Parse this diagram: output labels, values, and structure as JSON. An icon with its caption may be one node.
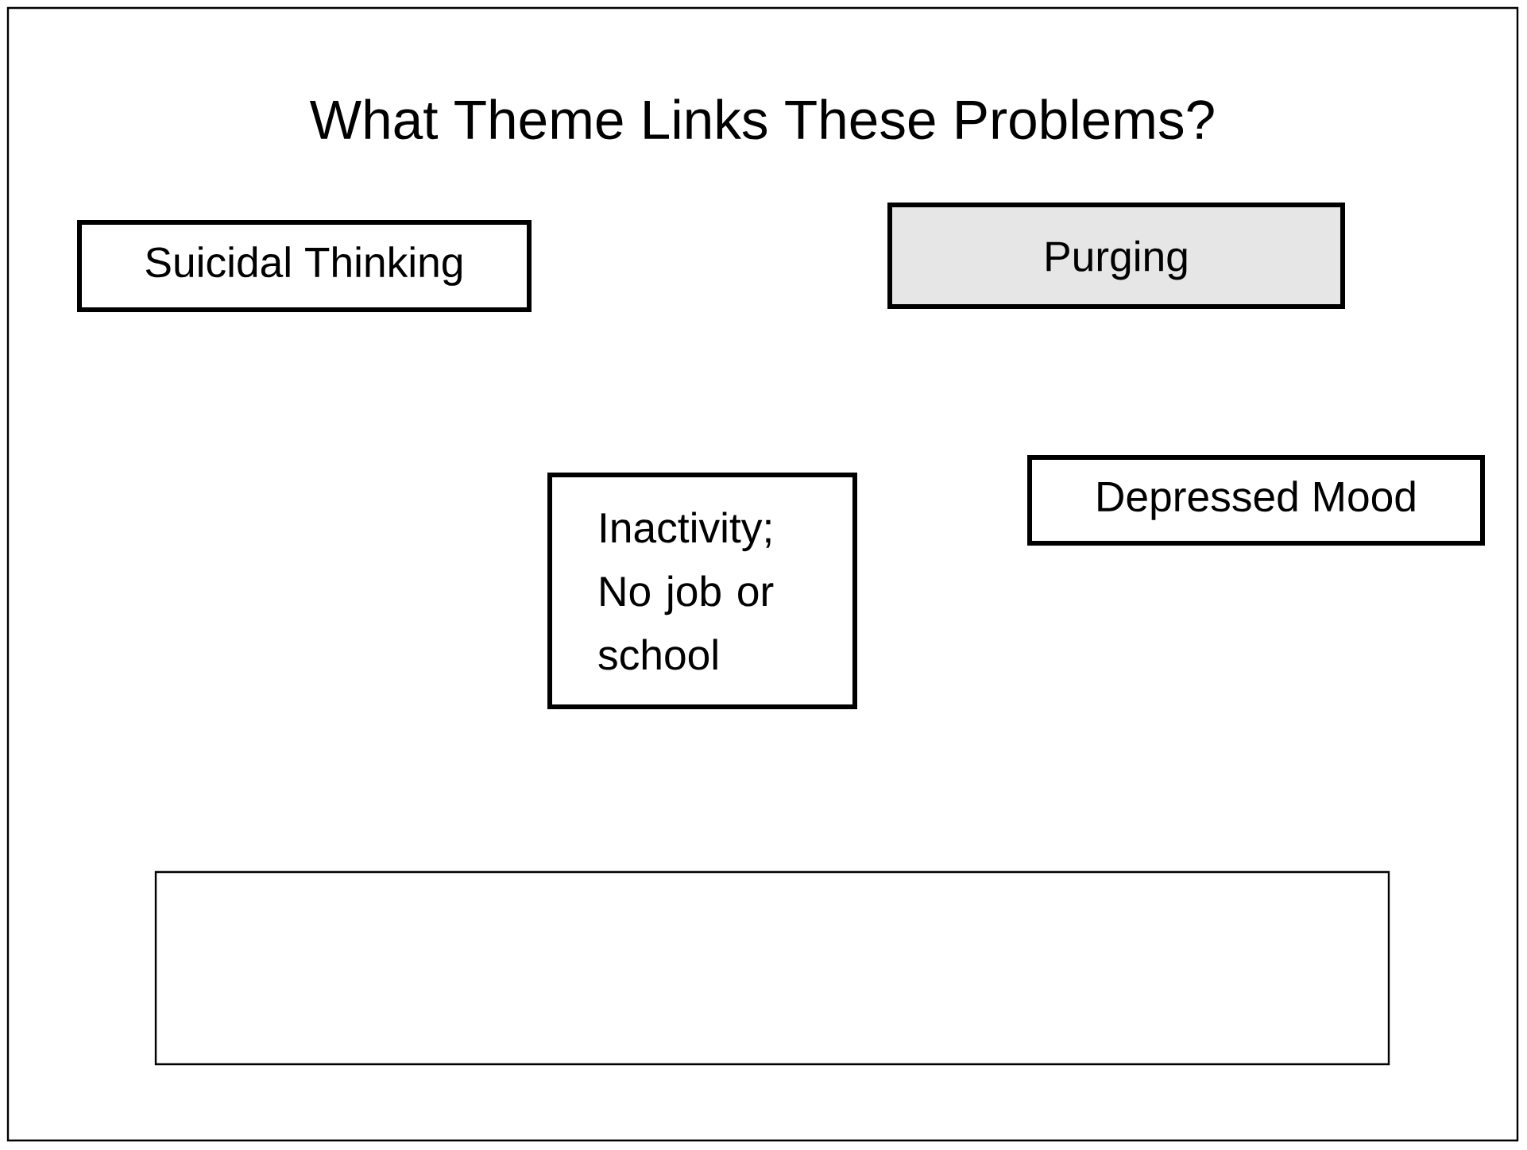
{
  "diagram": {
    "title": "What Theme Links These Problems?",
    "nodes": [
      {
        "text": [
          "Suicidal Thinking"
        ]
      },
      {
        "text": [
          "Purging"
        ]
      },
      {
        "text": [
          "Inactivity; No job or school"
        ]
      },
      {
        "text": [
          "Depressed Mood"
        ]
      },
      {
        "text": [],
        "shape": "box"
      }
    ]
  }
}
